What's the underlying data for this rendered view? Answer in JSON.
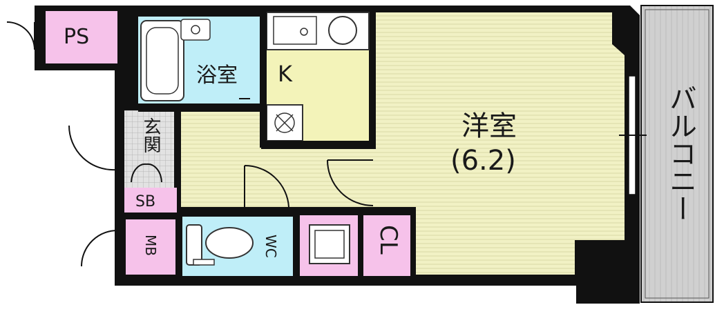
{
  "rooms": {
    "ps": "PS",
    "bath": "浴室",
    "kitchen": "K",
    "western": "洋室",
    "western_size": "(6.2)",
    "entrance": "玄関",
    "shoe_box": "SB",
    "mb": "MB",
    "wc": "WC",
    "closet": "CL",
    "balcony": "バルコニー"
  },
  "colors": {
    "wall": "#111111",
    "western_floor": "#f1f1c4",
    "kitchen_floor": "#f3f3b9",
    "wet_area": "#bfeef8",
    "storage": "#f6c2ea",
    "entrance_tile": "#d8d8d8",
    "balcony": "#d0d0d0"
  }
}
